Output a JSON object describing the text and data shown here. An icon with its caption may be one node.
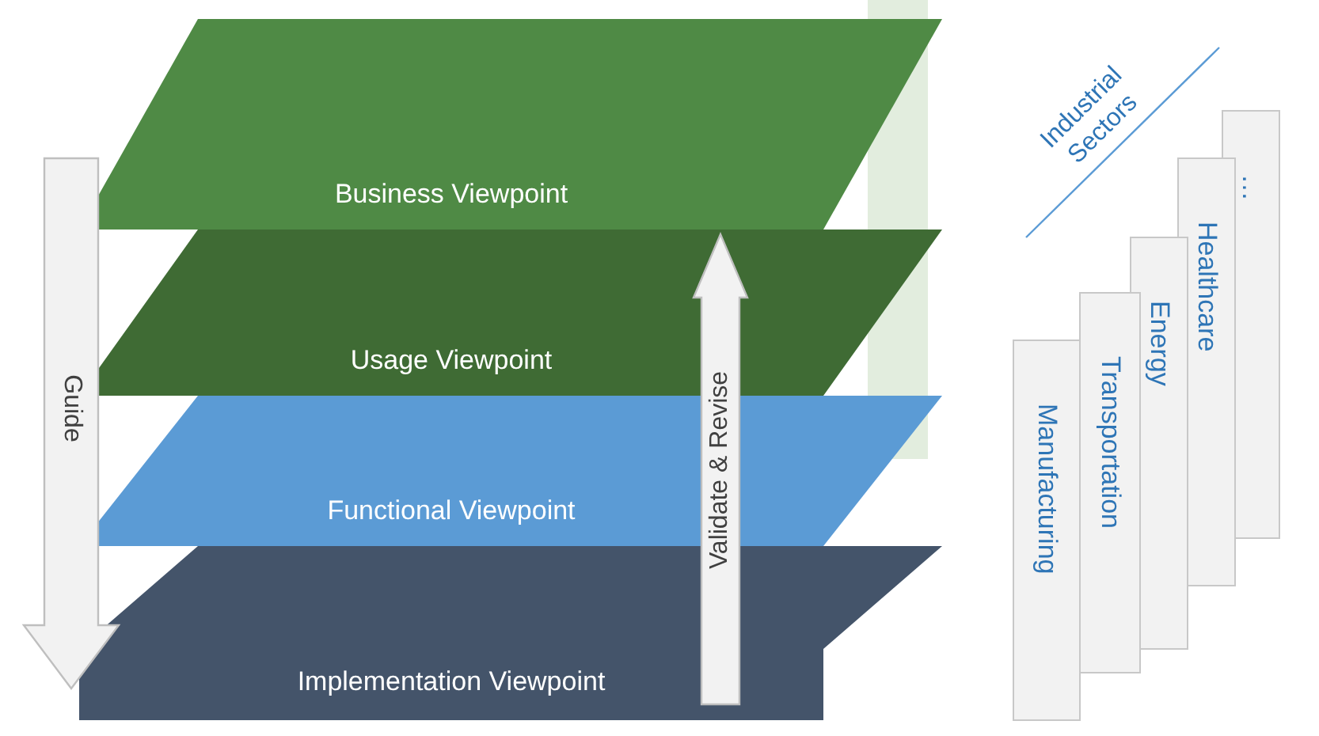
{
  "diagram": {
    "nodes": [
      {
        "text": [
          "Business Viewpoint"
        ]
      },
      {
        "text": [
          "Usage Viewpoint"
        ]
      },
      {
        "text": [
          "Functional Viewpoint"
        ]
      },
      {
        "text": [
          "Implementation Viewpoint"
        ]
      },
      {
        "text": [
          "…"
        ]
      },
      {
        "text": [
          "Healthcare"
        ]
      },
      {
        "text": [
          "Energy"
        ]
      },
      {
        "text": [
          "Transportation"
        ]
      },
      {
        "text": [
          "Manufacturing"
        ]
      }
    ],
    "edges": [
      {
        "from": 0,
        "to": 3,
        "arrow": "to",
        "label": "Guide"
      },
      {
        "from": 3,
        "to": 1,
        "arrow": "to",
        "label": "Validate & Revise"
      }
    ],
    "labels": [
      "Industrial Sectors"
    ]
  }
}
